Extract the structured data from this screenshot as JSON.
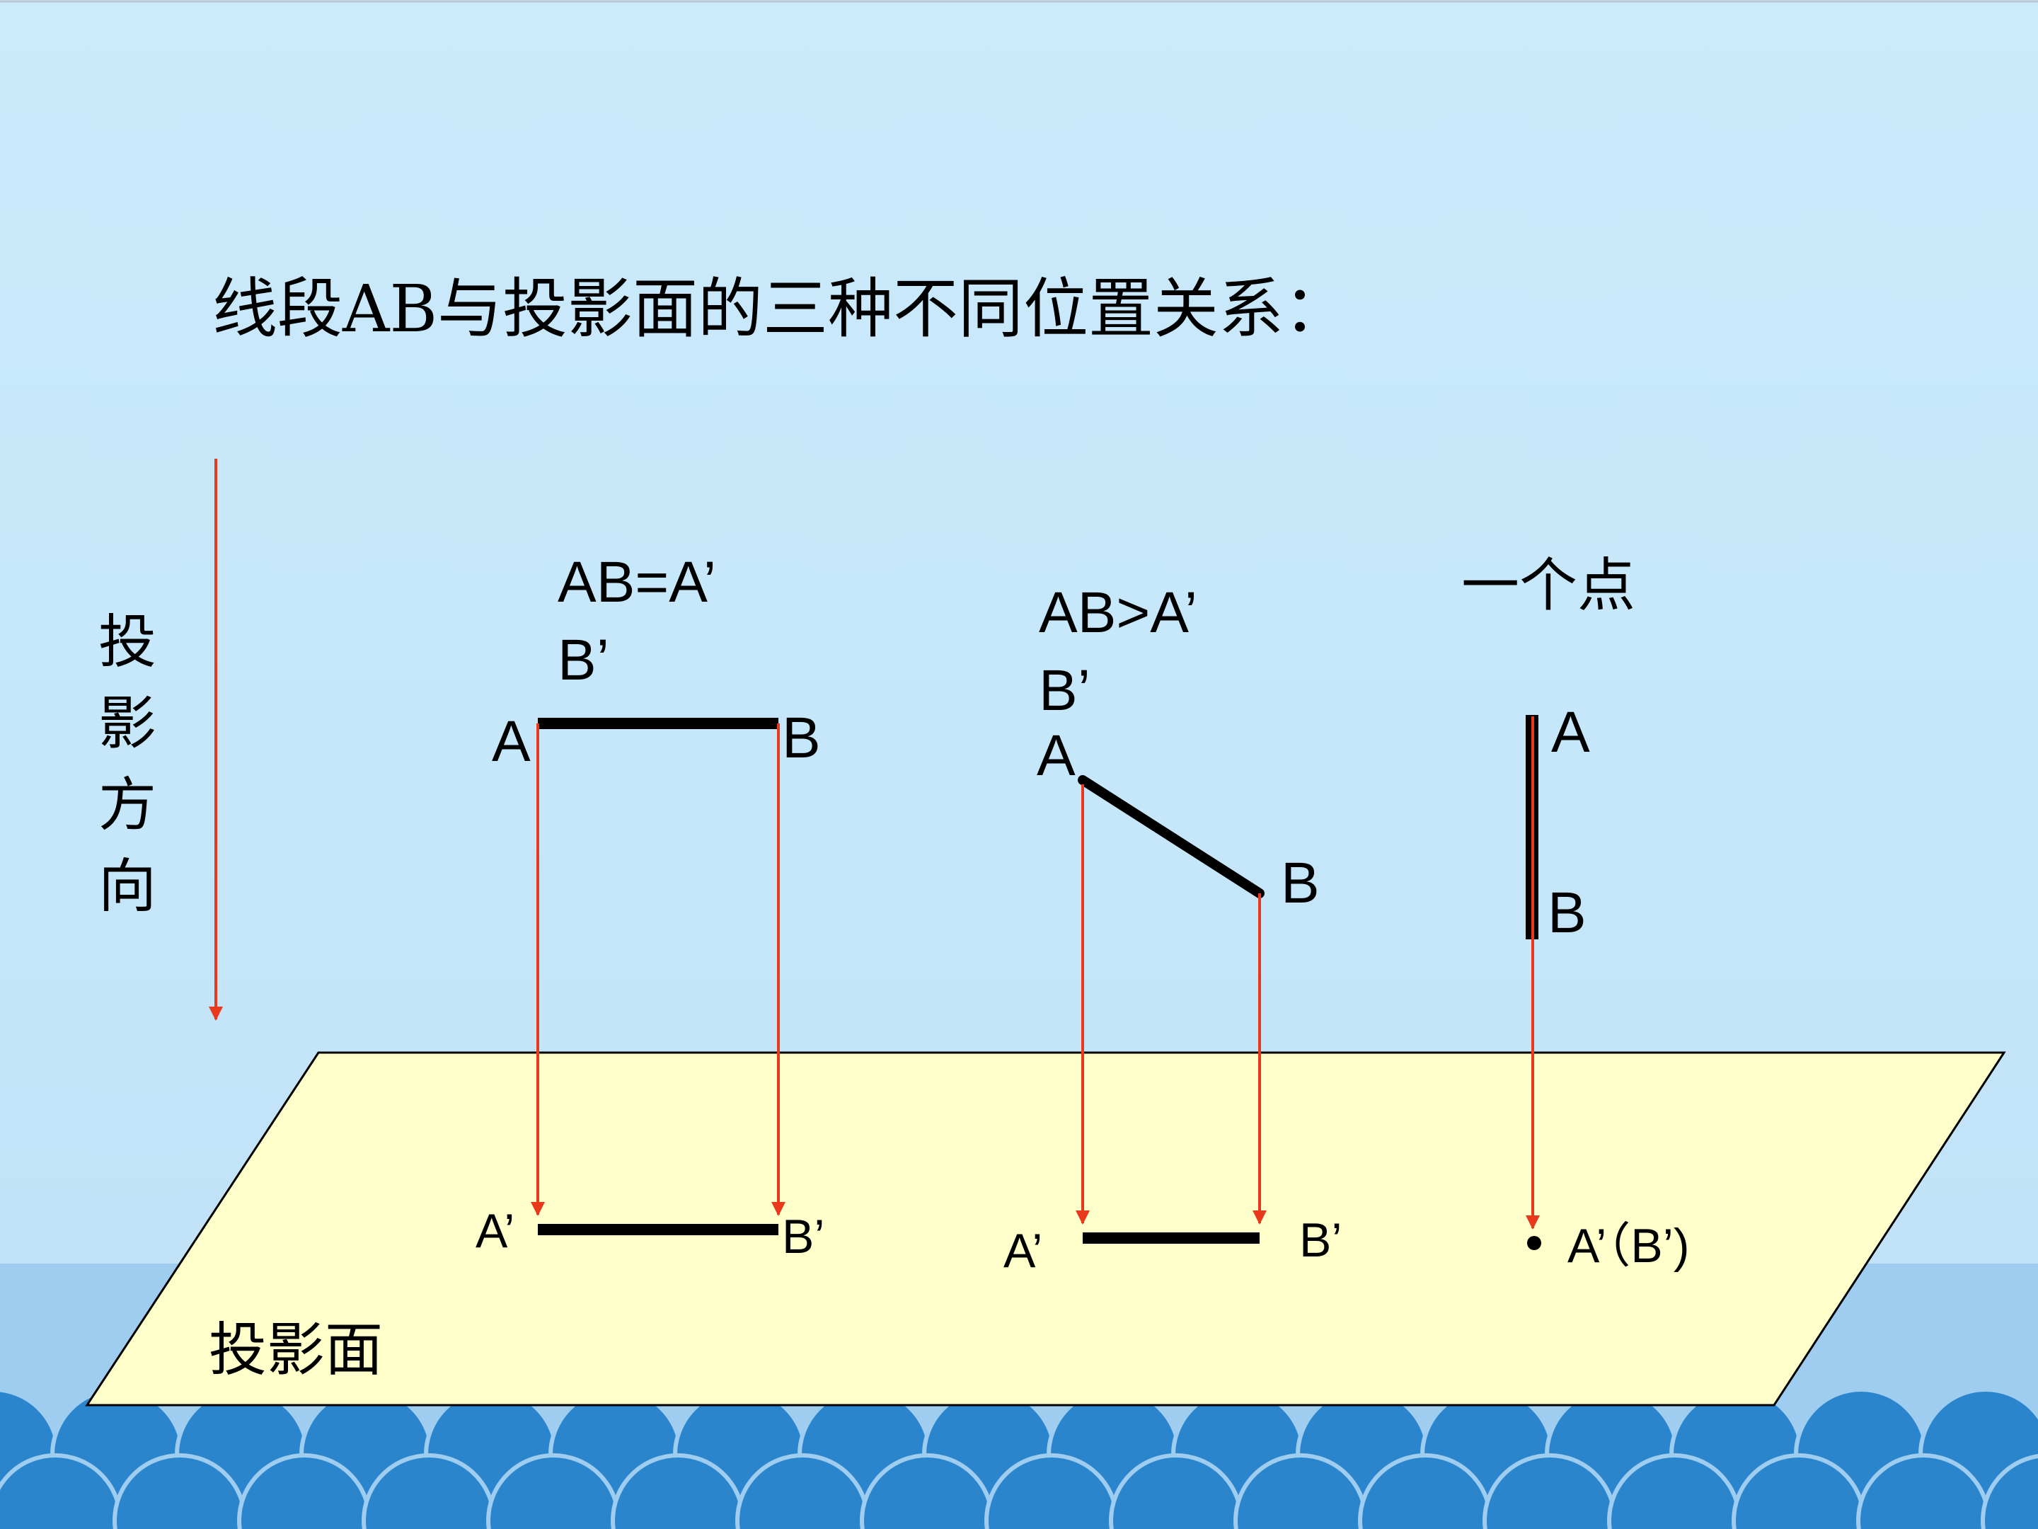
{
  "title": "线段AB与投影面的三种不同位置关系：",
  "direction_label": [
    "投",
    "影",
    "方",
    "向"
  ],
  "plane_label": "投影面",
  "case1": {
    "relation_line1": "AB=A’",
    "relation_line2": "B’",
    "point_a": "A",
    "point_b": "B",
    "proj_a": "A’",
    "proj_b": "B’"
  },
  "case2": {
    "relation_line1": "AB>A’",
    "relation_line2": "B’",
    "point_a": "A",
    "point_b": "B",
    "proj_a": "A’",
    "proj_b": "B’"
  },
  "case3": {
    "relation": "一个点",
    "point_a": "A",
    "point_b": "B",
    "proj": "A’（B’)"
  },
  "colors": {
    "background": "#c8e9fb",
    "plane_fill": "#ffffcc",
    "projection_arrow": "#e8391c",
    "segment": "#000000",
    "wave_dark": "#2a85cc",
    "wave_band": "#9fcdf0"
  }
}
